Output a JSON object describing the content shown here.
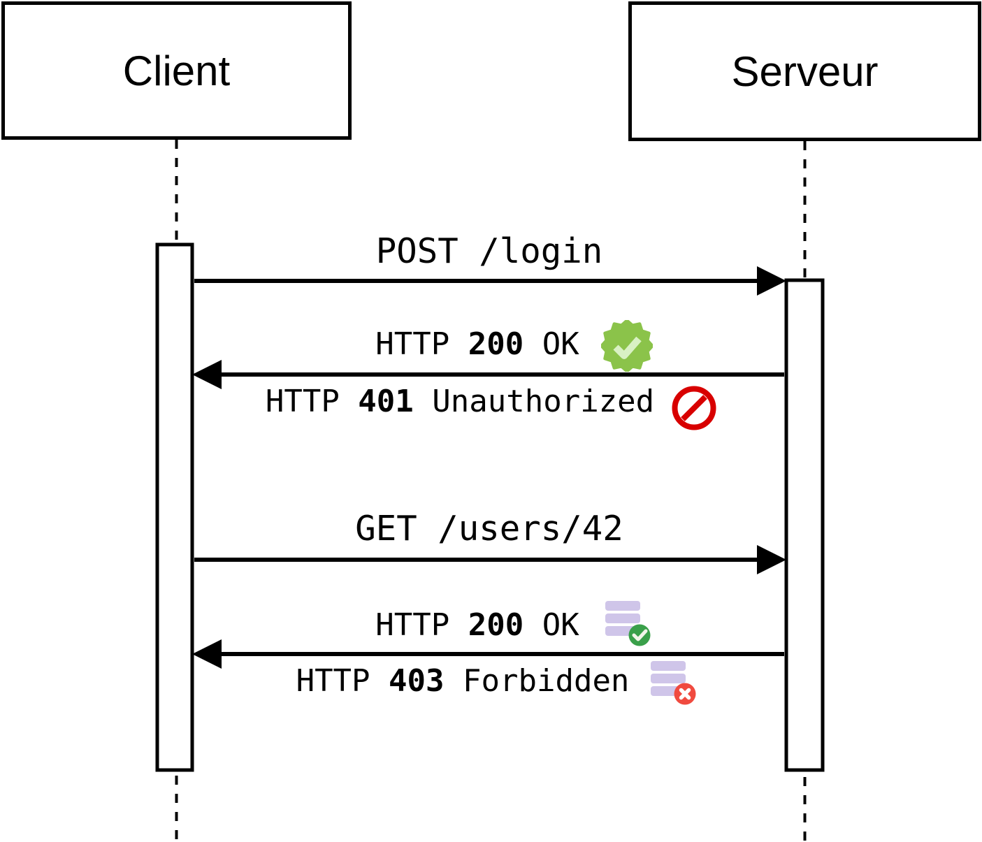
{
  "participants": [
    {
      "label": "Client"
    },
    {
      "label": "Serveur"
    }
  ],
  "messages": {
    "post_login": {
      "label": "POST /login"
    },
    "login_response": {
      "success": {
        "pre": "HTTP ",
        "code": "200",
        "post": " OK"
      },
      "failure": {
        "pre": "HTTP ",
        "code": "401",
        "post": " Unauthorized"
      }
    },
    "get_user": {
      "label": "GET /users/42"
    },
    "user_response": {
      "success": {
        "pre": "HTTP ",
        "code": "200",
        "post": " OK"
      },
      "failure": {
        "pre": "HTTP ",
        "code": "403",
        "post": " Forbidden"
      }
    }
  },
  "icons": {
    "login_success": "verified-badge-icon",
    "login_failure": "prohibition-icon",
    "user_success": "database-check-icon",
    "user_failure": "database-x-icon"
  },
  "colors": {
    "badge_green": "#8bc34a",
    "badge_check": "#d9f1c4",
    "prohibition_red": "#d80000",
    "database_lavender": "#cfc5e9",
    "db_success_green": "#3aa04a",
    "db_error_red": "#f04a3f",
    "line": "#000000",
    "background": "#ffffff"
  }
}
